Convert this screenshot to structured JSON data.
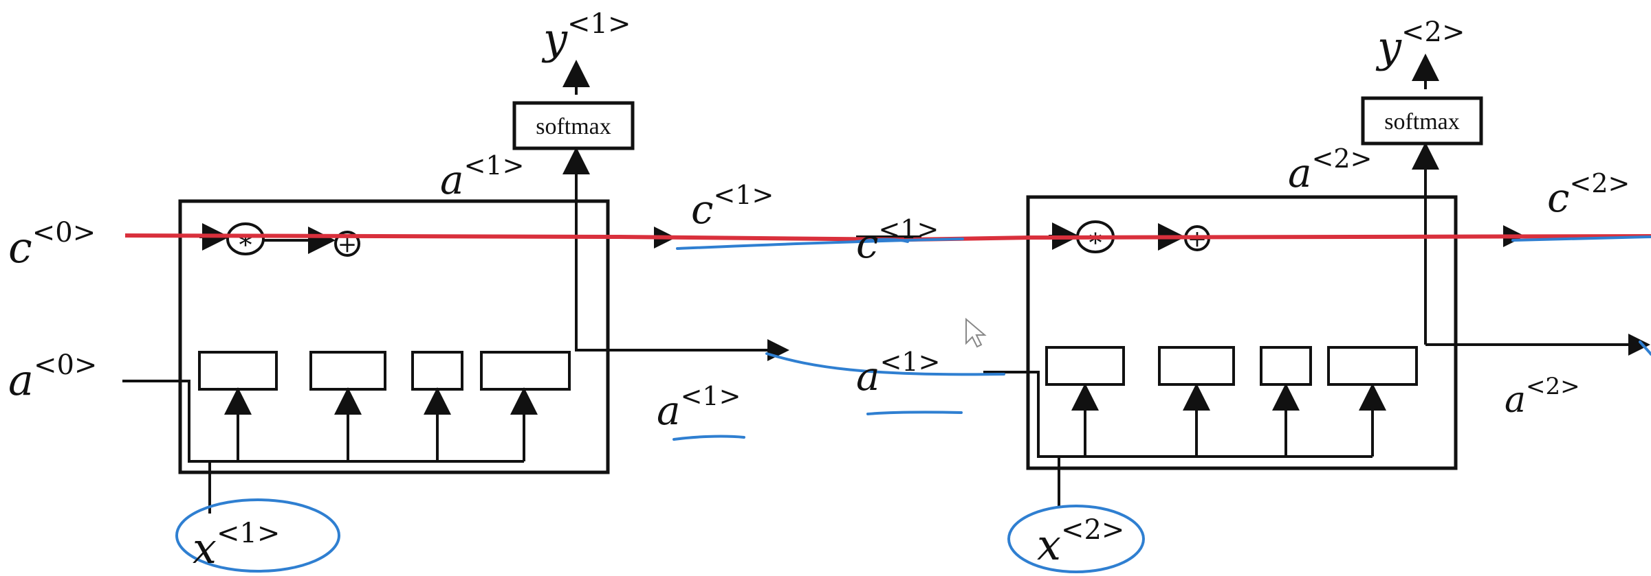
{
  "labels": {
    "c0": "c",
    "c0_sup": "<0>",
    "a0": "a",
    "a0_sup": "<0>",
    "x1": "x",
    "x1_sup": "<1>",
    "y1": "y",
    "y1_sup": "<1>",
    "a1_top": "a",
    "a1_top_sup": "<1>",
    "c1_out": "c",
    "c1_out_sup": "<1>",
    "c1_mid": "c",
    "c1_mid_sup": "<1>",
    "a1_mid": "a",
    "a1_mid_sup": "<1>",
    "a1_low": "a",
    "a1_low_sup": "<1>",
    "y2": "y",
    "y2_sup": "<2>",
    "a2_top": "a",
    "a2_top_sup": "<2>",
    "c2_out": "c",
    "c2_out_sup": "<2>",
    "a2_low": "a",
    "a2_low_sup": "<2>",
    "x2": "x",
    "x2_sup": "<2>"
  },
  "cells": [
    {
      "softmax_label": "softmax",
      "multiply_symbol": "∗",
      "add_symbol": "+"
    },
    {
      "softmax_label": "softmax",
      "multiply_symbol": "∗",
      "add_symbol": "+"
    }
  ],
  "colors": {
    "ink": "#111111",
    "cell_state_line": "#d9303c",
    "annotation_pen": "#2f7fd1"
  }
}
